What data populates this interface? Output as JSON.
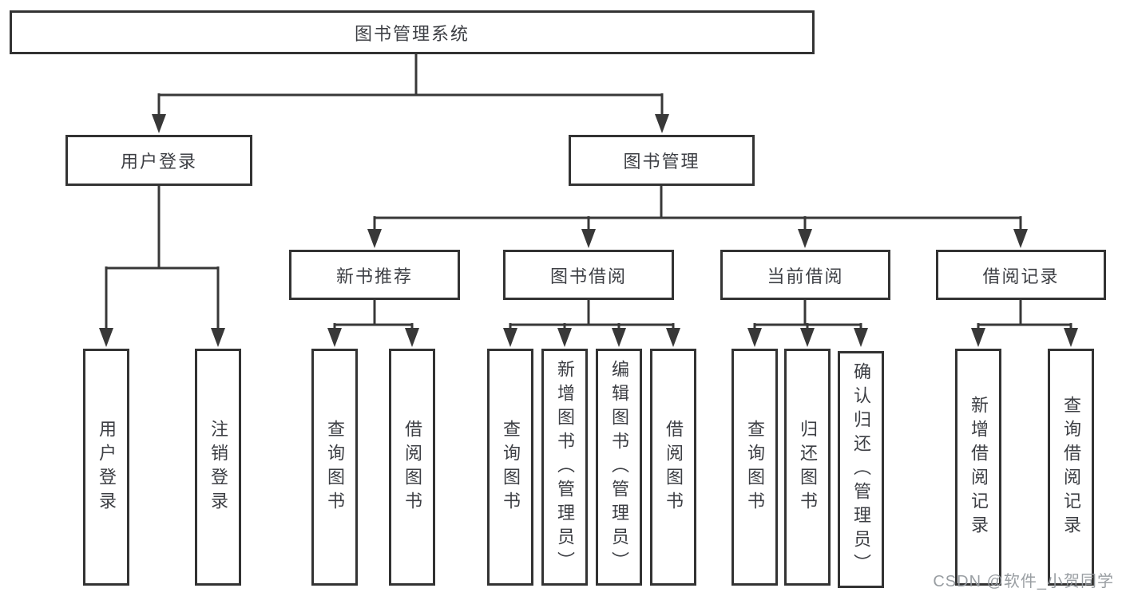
{
  "diagram": {
    "title_hint": "library-management-system-structure",
    "root": {
      "label": "图书管理系统"
    },
    "level1": [
      {
        "label": "用户登录"
      },
      {
        "label": "图书管理"
      }
    ],
    "level2": [
      {
        "label": "新书推荐"
      },
      {
        "label": "图书借阅"
      },
      {
        "label": "当前借阅"
      },
      {
        "label": "借阅记录"
      }
    ],
    "leaves": {
      "user_login": [
        {
          "label": "用户登录"
        },
        {
          "label": "注销登录"
        }
      ],
      "new_book": [
        {
          "label": "查询图书"
        },
        {
          "label": "借阅图书"
        }
      ],
      "book_borrow": [
        {
          "label": "查询图书"
        },
        {
          "label": "新增图书（管理员）"
        },
        {
          "label": "编辑图书（管理员）"
        },
        {
          "label": "借阅图书"
        }
      ],
      "current_borrow": [
        {
          "label": "查询图书"
        },
        {
          "label": "归还图书"
        },
        {
          "label": "确认归还（管理员）"
        }
      ],
      "borrow_records": [
        {
          "label": "新增借阅记录"
        },
        {
          "label": "查询借阅记录"
        }
      ]
    }
  },
  "colors": {
    "line": "#383838",
    "box_border": "#333333",
    "text": "#3d3f44",
    "watermark": "#94999e",
    "background": "#ffffff"
  },
  "watermark": {
    "text": "CSDN @软件_小贺同学"
  }
}
